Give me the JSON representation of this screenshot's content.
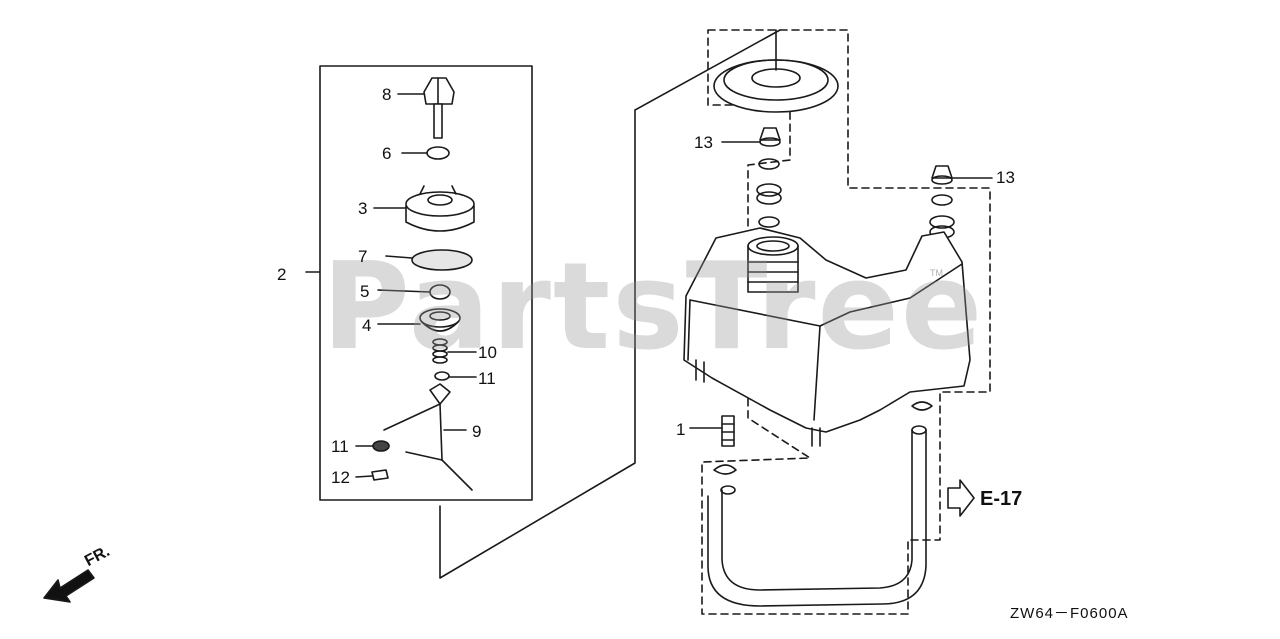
{
  "diagram": {
    "watermark": "PartsTree",
    "trademark": "TM",
    "reference_label": "E-17",
    "front_label": "FR.",
    "drawing_code": "ZW64－F0600A",
    "callouts": {
      "c1": "1",
      "c2": "2",
      "c3": "3",
      "c4": "4",
      "c5": "5",
      "c6": "6",
      "c7": "7",
      "c8": "8",
      "c9": "9",
      "c10": "10",
      "c11a": "11",
      "c11b": "11",
      "c12": "12",
      "c13a": "13",
      "c13b": "13"
    }
  },
  "colors": {
    "line": "#1a1a1a",
    "fill": "#ffffff",
    "watermark": "#969696"
  }
}
